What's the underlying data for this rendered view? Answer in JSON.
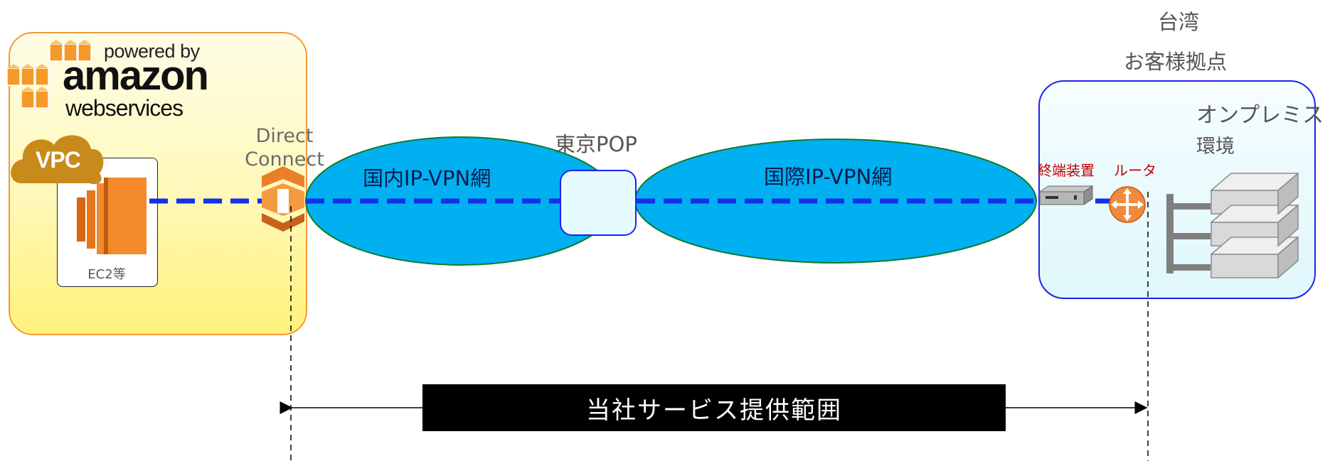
{
  "aws": {
    "powered_by": "powered by",
    "brand": "amazon",
    "services": "webservices",
    "vpc": "VPC",
    "ec2": "EC2等",
    "direct_connect": [
      "Direct",
      "Connect"
    ]
  },
  "network": {
    "domestic": "国内IP-VPN網",
    "pop": "東京POP",
    "international": "国際IP-VPN網"
  },
  "customer": {
    "region": "台湾",
    "site": "お客様拠点",
    "onprem_line1": "オンプレミス",
    "onprem_line2": "環境",
    "terminal": "終端装置",
    "router": "ルータ"
  },
  "scope": {
    "label": "当社サービス提供範囲"
  },
  "colors": {
    "cloud_fill": "#00b0f0",
    "cloud_stroke": "#0f7a2a",
    "dash_line": "#1530e8",
    "aws_orange": "#f48a2a",
    "router_orange": "#f18a3d"
  }
}
